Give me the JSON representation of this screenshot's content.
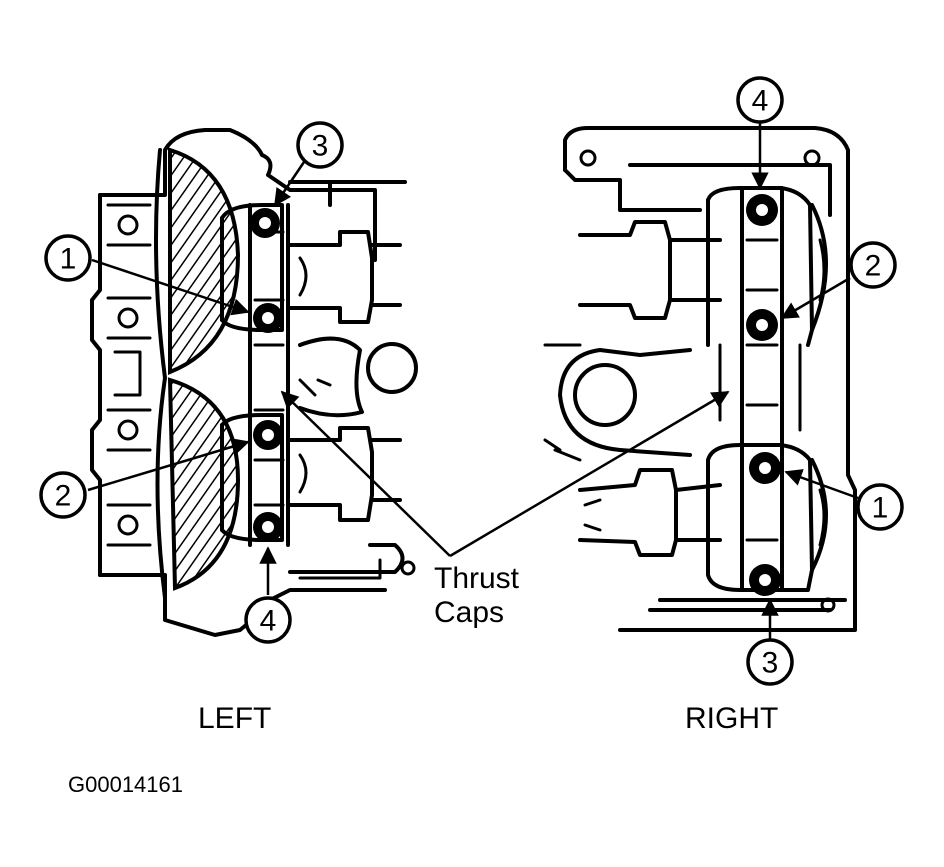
{
  "views": {
    "left": {
      "caption": "LEFT",
      "callouts": [
        "1",
        "2",
        "3",
        "4"
      ]
    },
    "right": {
      "caption": "RIGHT",
      "callouts": [
        "1",
        "2",
        "3",
        "4"
      ]
    }
  },
  "annotation": {
    "line1": "Thrust",
    "line2": "Caps"
  },
  "figure_id": "G00014161"
}
